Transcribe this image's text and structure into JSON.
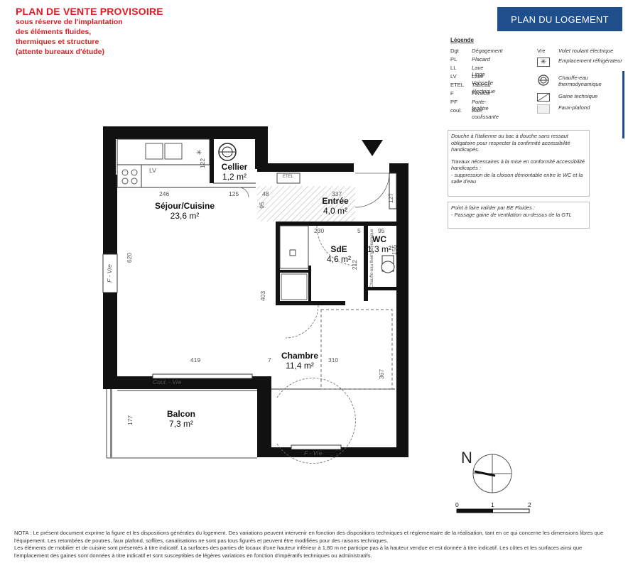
{
  "warning": {
    "title": "PLAN DE VENTE PROVISOIRE",
    "lines": [
      "sous réserve de l'implantation",
      "des éléments fluides,",
      "thermiques et structure",
      "(attente bureaux d'étude)"
    ]
  },
  "banner": "PLAN DU LOGEMENT",
  "legend": {
    "title": "Légende",
    "left": [
      {
        "abbr": "Dgt",
        "label": "Dégagement"
      },
      {
        "abbr": "PL",
        "label": "Placard"
      },
      {
        "abbr": "LL",
        "label": "Lave Linge"
      },
      {
        "abbr": "LV",
        "label": "Lave Vaisselle"
      },
      {
        "abbr": "ETEL",
        "label": "Tableau électrique"
      },
      {
        "abbr": "F",
        "label": "Fenêtre"
      },
      {
        "abbr": "PF",
        "label": "Porte-fenêtre"
      },
      {
        "abbr": "coul.",
        "label": "Baie coulissante"
      }
    ],
    "right": [
      {
        "icon": "abbr",
        "abbr": "Vre",
        "label": "Volet roulant électrique"
      },
      {
        "icon": "fridge-location-icon",
        "label": "Emplacement réfrigérateur"
      },
      {
        "icon": "water-heater-icon",
        "label": "Chauffe-eau thermodynamique"
      },
      {
        "icon": "technical-shaft-icon",
        "label": "Gaine technique"
      },
      {
        "icon": "false-ceiling-icon",
        "label": "Faux-plafond"
      }
    ]
  },
  "notes": [
    {
      "lines": [
        "Douche à l'italienne ou bac à douche sans ressaut obligatoire pour respecter la confirmité accessibilité handicapés.",
        "",
        "Travaux nécessaires à la mise en conformité accessibilité handicapés :",
        "- suppression de la cloison démontable entre le WC et la salle d'eau"
      ]
    },
    {
      "lines": [
        "Point à faire valider par BE Fluides :",
        "- Passage gaine de ventilation au-dessus de la GTL"
      ]
    }
  ],
  "rooms": {
    "cellier": {
      "name": "Cellier",
      "area": "1,2 m²"
    },
    "sejour": {
      "name": "Séjour/Cuisine",
      "area": "23,6 m²"
    },
    "entree": {
      "name": "Entrée",
      "area": "4,0 m²"
    },
    "sde": {
      "name": "SdE",
      "area": "4,6 m²"
    },
    "wc": {
      "name": "WC",
      "area": "1,3 m²"
    },
    "chambre": {
      "name": "Chambre",
      "area": "11,4 m²"
    },
    "balcon": {
      "name": "Balcon",
      "area": "7,3 m²"
    }
  },
  "dimensions": {
    "d122": "122",
    "d246": "246",
    "d125": "125",
    "d48": "48",
    "d337": "337",
    "d95a": "95",
    "d127": "127",
    "d230": "230",
    "d5": "5",
    "d95b": "95",
    "d155": "155",
    "d212": "212",
    "d620": "620",
    "d403": "403",
    "d419": "419",
    "d7": "7",
    "d310": "310",
    "d367": "367",
    "d177": "177"
  },
  "labels": {
    "lv": "LV",
    "etel": "ETEL",
    "thermo": "Chauffe-eau thermodynamique",
    "window_left": "F - Vre",
    "window_balcony": "Coul. - Vre",
    "window_bedroom": "F - Vre"
  },
  "compass": {
    "north": "N"
  },
  "scale": {
    "ticks": [
      "0",
      "1",
      "2"
    ]
  },
  "footer": [
    "NOTA : Le présent document exprime la figure et les dispositions générales du logement. Des variations peuvent intervenir en fonction des dispositions techniques et réglementaire de la réalisation, tant en ce qui concerne les dimensions libres que l'équipement. Les retombées de poutres, faux plafond, soffites, canalisations ne sont pas tous figurés et peuvent être modifiées pour des raisons techniques.",
    "Les éléments de mobilier et de cuisine sont présentés à titre indicatif. La surfaces des parties de locaux d'une hauteur inférieur à 1,80 m ne participe pas à la hauteur vendue et est donnée à titre indicatif. Les côtes et les surfaces ainsi que l'emplacement des gaines sont données à titre indicatif et sont susceptibles de légères variations en fonction d'impératifs techniques ou administratifs."
  ]
}
